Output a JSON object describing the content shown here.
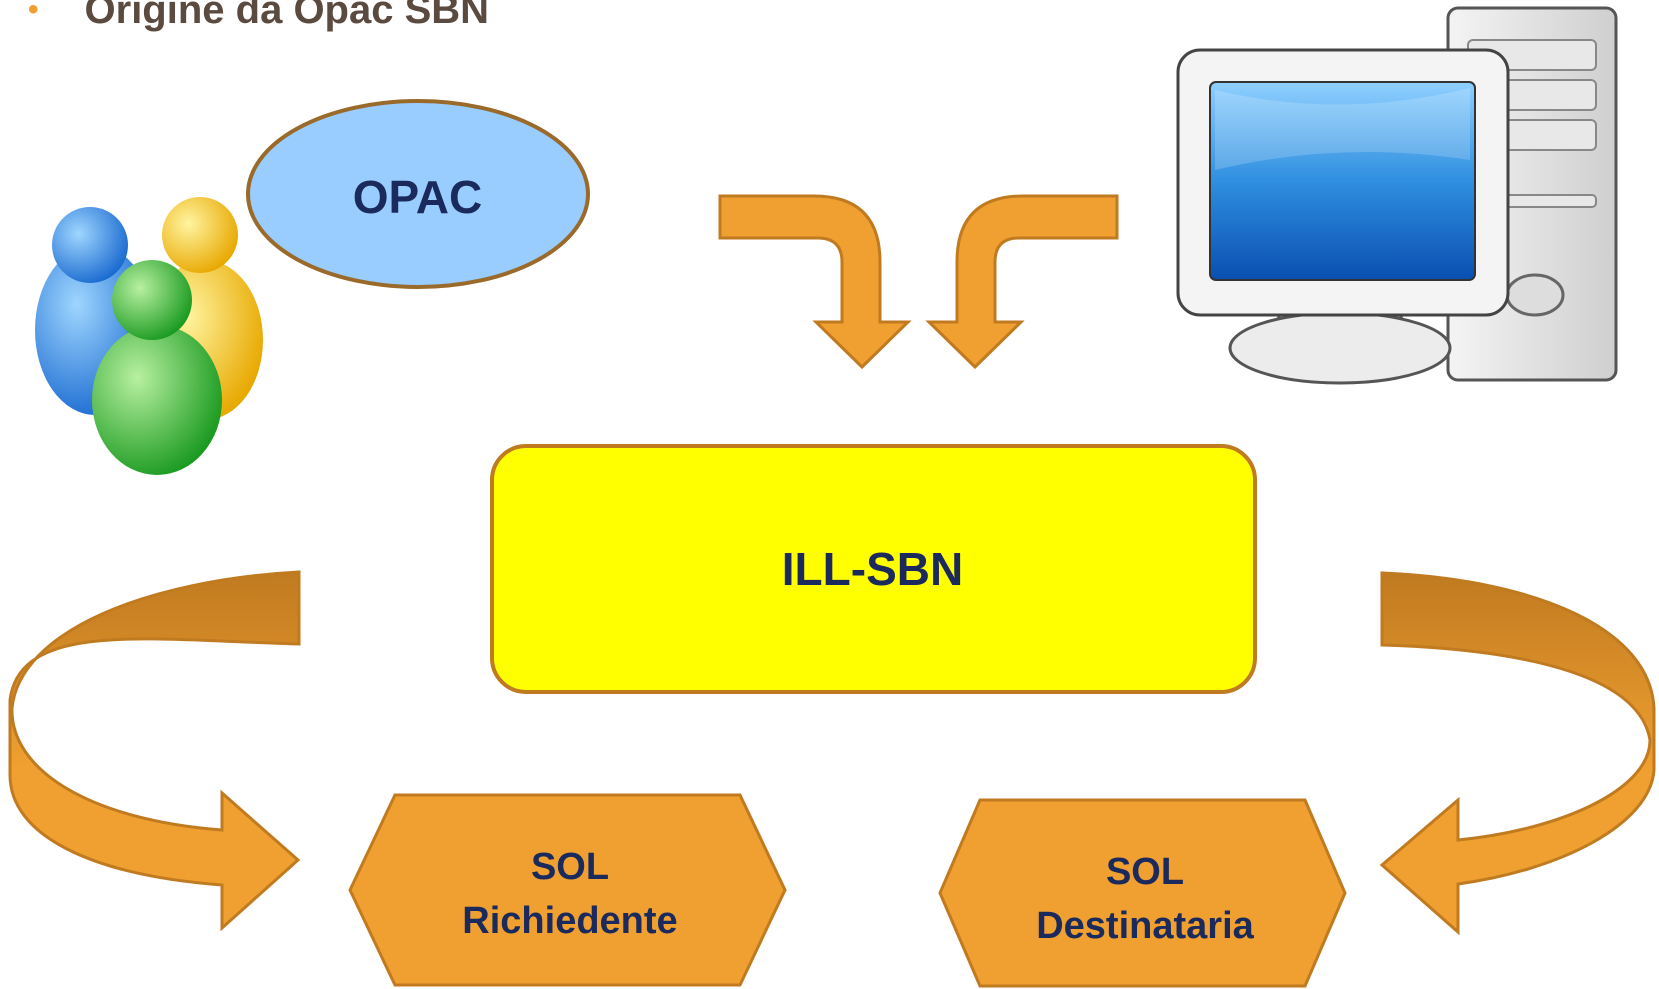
{
  "title": {
    "bullet": "•",
    "text": "Origine da Opac SBN"
  },
  "nodes": {
    "opac": "OPAC",
    "ill": "ILL-SBN",
    "sol_richiedente": {
      "line1": "SOL",
      "line2": "Richiedente"
    },
    "sol_destinataria": {
      "line1": "SOL",
      "line2": "Destinataria"
    }
  },
  "icons": [
    "users-group-icon",
    "desktop-computer-icon"
  ],
  "colors": {
    "arrow": "#f0a030",
    "arrow_shade": "#c07a20",
    "ill_box": "#ffff00",
    "opac_bubble": "#99ccff",
    "sol_box": "#f0a030",
    "text": "#1b2a5c"
  }
}
